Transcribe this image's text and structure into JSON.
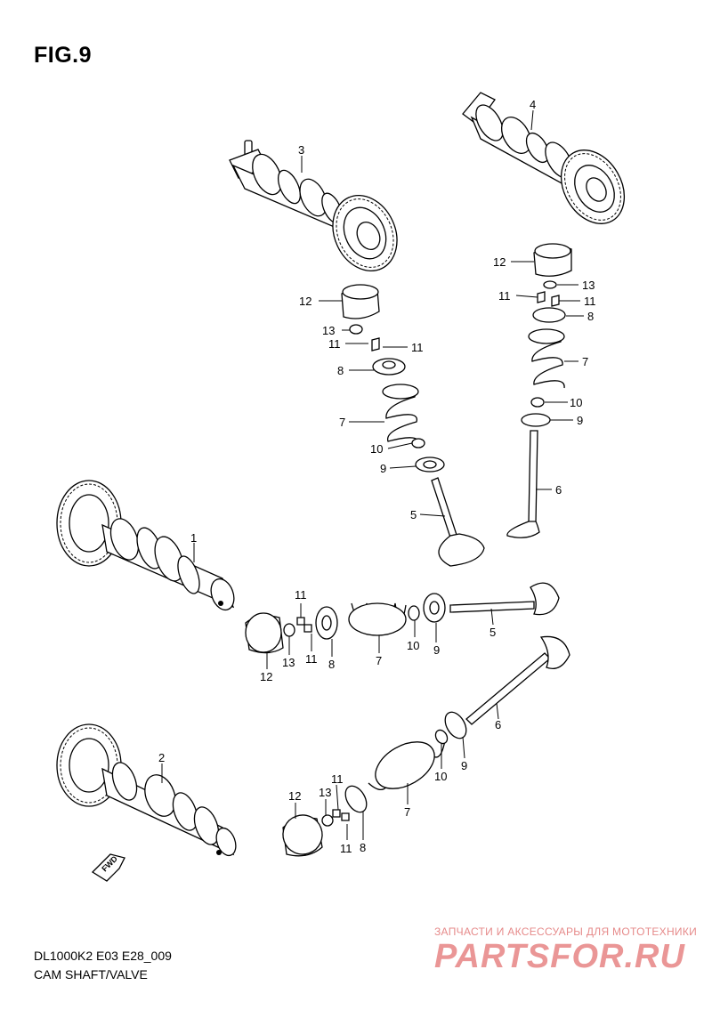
{
  "figure": {
    "title": "FIG.9"
  },
  "footer": {
    "code": "DL1000K2 E03 E28_009",
    "caption": "CAM SHAFT/VALVE"
  },
  "watermark": {
    "tagline": "ЗАПЧАСТИ И АКСЕССУАРЫ ДЛЯ МОТОТЕХНИКИ",
    "brand": "PARTSFOR.RU",
    "color": "#e68a8a"
  },
  "fwd_label": "FWD",
  "callouts": {
    "c1": "1",
    "c2": "2",
    "c3": "3",
    "c4": "4",
    "a12": "12",
    "a13": "13",
    "a11a": "11",
    "a11b": "11",
    "a8": "8",
    "a7": "7",
    "a10": "10",
    "a9": "9",
    "a5": "5",
    "b12": "12",
    "b13": "13",
    "b11a": "11",
    "b11b": "11",
    "b8": "8",
    "b7": "7",
    "b10": "10",
    "b9": "9",
    "b6": "6",
    "c12": "12",
    "c13": "13",
    "c11a": "11",
    "c11b": "11",
    "c8": "8",
    "c7": "7",
    "c10": "10",
    "c9": "9",
    "c5": "5",
    "d12": "12",
    "d13": "13",
    "d11a": "11",
    "d11b": "11",
    "d8": "8",
    "d7": "7",
    "d10": "10",
    "d9": "9",
    "d6": "6"
  }
}
